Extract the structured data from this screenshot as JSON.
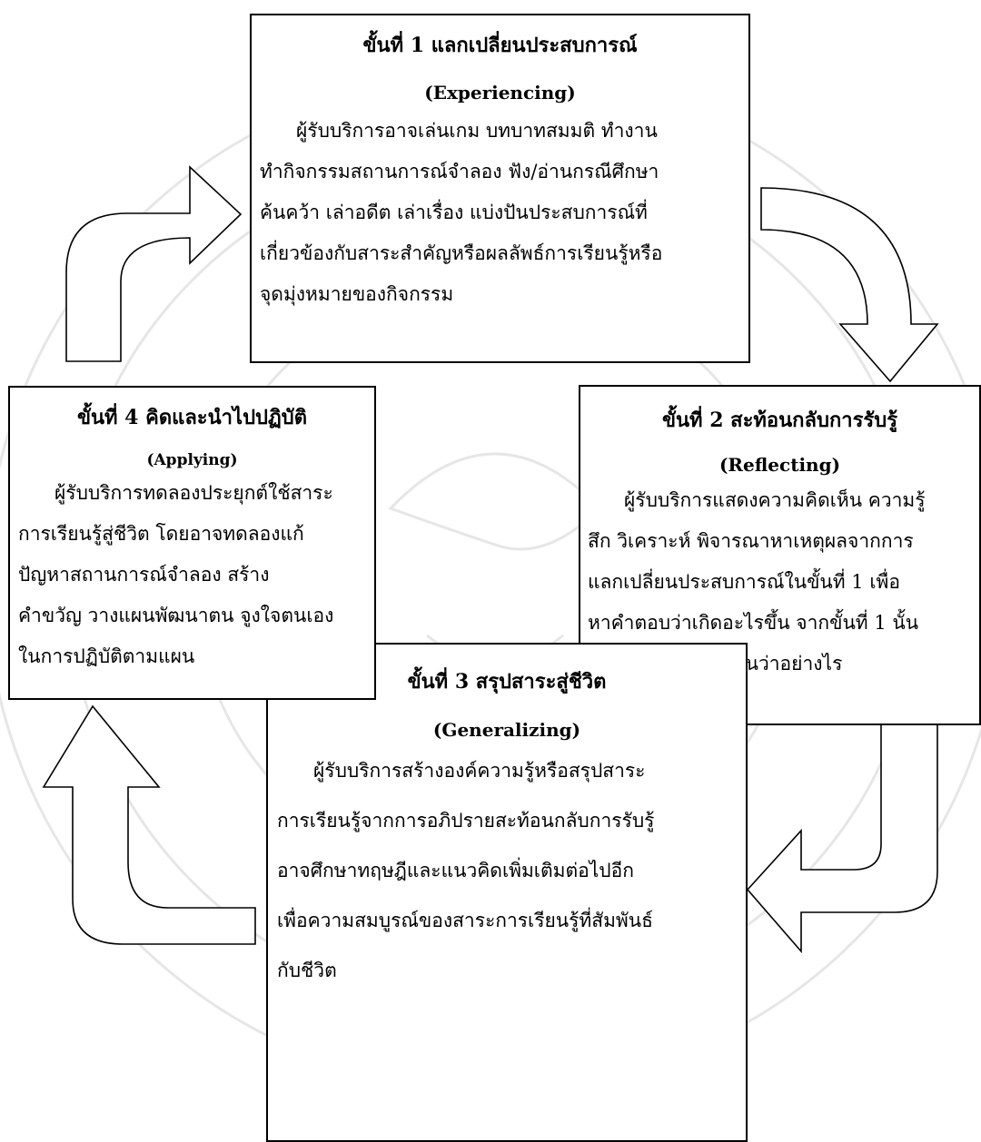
{
  "steps": [
    {
      "title": "ขั้นที่ 1 แลกเปลี่ยนประสบการณ์",
      "subtitle": "(Experiencing)",
      "lines": [
        "ผู้รับบริการอาจเล่นเกม บทบาทสมมติ ทำงาน",
        "ทำกิจกรรมสถานการณ์จำลอง ฟัง/อ่านกรณีศึกษา",
        "ค้นคว้า เล่าอดีต เล่าเรื่อง แบ่งปันประสบการณ์ที่",
        "เกี่ยวข้องกับสาระสำคัญหรือผลลัพธ์การเรียนรู้หรือ",
        "จุดมุ่งหมายของกิจกรรม"
      ]
    },
    {
      "title": "ขั้นที่ 2 สะท้อนกลับการรับรู้",
      "subtitle": "(Reflecting)",
      "lines": [
        "ผู้รับบริการแสดงความคิดเห็น ความรู้",
        "สึก วิเคราะห์ พิจารณาหาเหตุผลจากการ",
        "แลกเปลี่ยนประสบการณ์ในขั้นที่ 1 เพื่อ",
        "หาคำตอบว่าเกิดอะไรขึ้น จากขั้นที่ 1 นั้น",
        "หรือเขาตีความสิ่งนั้นว่าอย่างไร"
      ]
    },
    {
      "title": "ขั้นที่ 3 สรุปสาระสู่ชีวิต",
      "subtitle": "(Generalizing)",
      "lines": [
        "ผู้รับบริการสร้างองค์ความรู้หรือสรุปสาระ",
        "การเรียนรู้จากการอภิปรายสะท้อนกลับการรับรู้",
        "อาจศึกษาทฤษฎีและแนวคิดเพิ่มเติมต่อไปอีก",
        "เพื่อความสมบูรณ์ของสาระการเรียนรู้ที่สัมพันธ์",
        "กับชีวิต"
      ]
    },
    {
      "title": "ขั้นที่ 4 คิดและนำไปปฏิบัติ",
      "subtitle": "(Applying)",
      "lines": [
        "ผู้รับบริการทดลองประยุกต์ใช้สาระ",
        "การเรียนรู้สู่ชีวิต โดยอาจทดลองแก้",
        "ปัญหาสถานการณ์จำลอง สร้าง",
        "คำขวัญ วางแผนพัฒนาตน จูงใจตนเอง",
        "ในการปฏิบัติตามแผน"
      ]
    }
  ]
}
